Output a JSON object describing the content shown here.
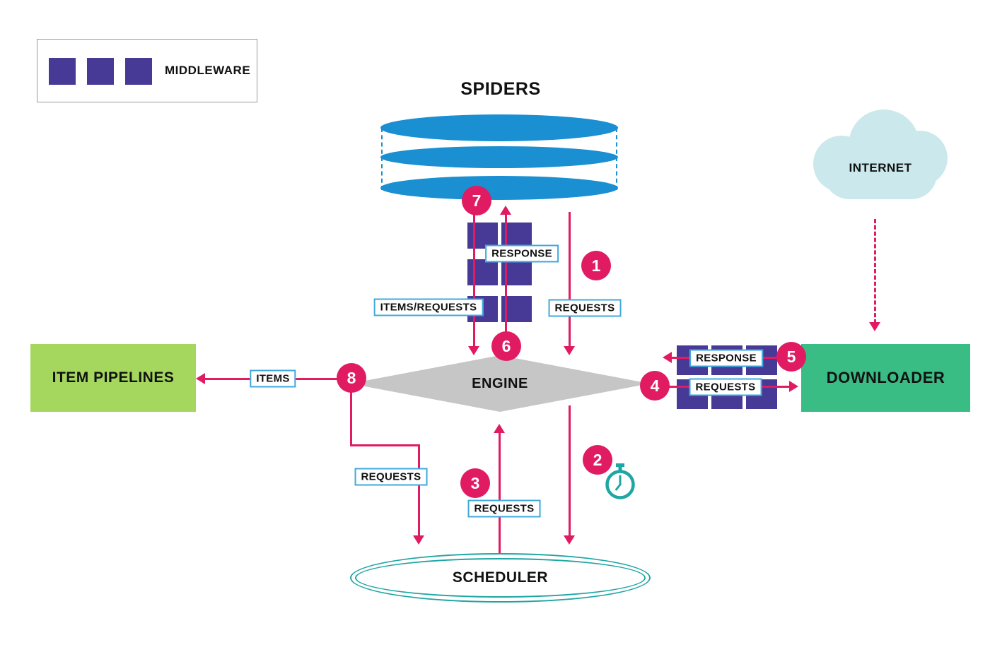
{
  "colors": {
    "pink": "#e01b62",
    "purple": "#463a96",
    "blue": "#1a8fd1",
    "label_border": "#41a8dc",
    "green": "#3abc85",
    "light_green": "#a5d75f",
    "gray": "#c6c6c6",
    "teal": "#1ea6a3",
    "cloud": "#cbe9ec"
  },
  "legend": {
    "label": "MIDDLEWARE"
  },
  "nodes": {
    "spiders": {
      "label": "SPIDERS"
    },
    "internet": {
      "label": "INTERNET"
    },
    "engine": {
      "label": "ENGINE"
    },
    "downloader": {
      "label": "DOWNLOADER"
    },
    "item_pipelines": {
      "label": "ITEM PIPELINES"
    },
    "scheduler": {
      "label": "SCHEDULER"
    }
  },
  "flow_labels": {
    "spider_response": "RESPONSE",
    "spider_items_requests": "ITEMS/REQUESTS",
    "spider_requests": "REQUESTS",
    "items": "ITEMS",
    "downloader_response": "RESPONSE",
    "downloader_requests": "REQUESTS",
    "scheduler_requests_in": "REQUESTS",
    "scheduler_requests_out": "REQUESTS"
  },
  "steps": [
    "1",
    "2",
    "3",
    "4",
    "5",
    "6",
    "7",
    "8"
  ]
}
